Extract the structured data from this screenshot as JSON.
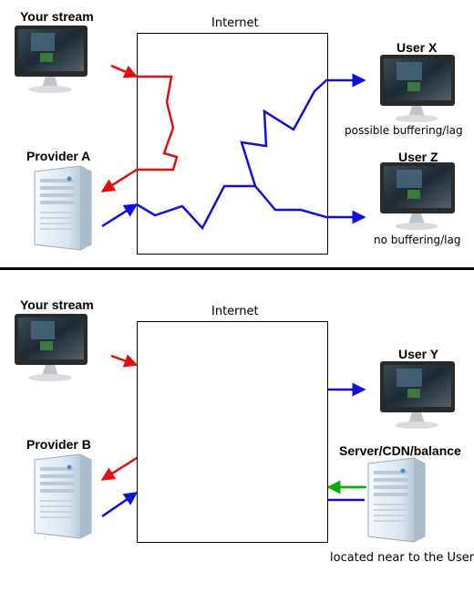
{
  "top": {
    "source_label": "Your stream",
    "provider_label": "Provider A",
    "internet_label": "Internet",
    "user_x_label": "User X",
    "user_x_note": "possible buffering/lag",
    "user_z_label": "User Z",
    "user_z_note": "no buffering/lag"
  },
  "bottom": {
    "source_label": "Your stream",
    "provider_label": "Provider B",
    "internet_label": "Internet",
    "user_y_label": "User Y",
    "server_label": "Server/CDN/balance",
    "server_note": "located near to the User"
  },
  "colors": {
    "upload_path": "#e01010",
    "delivery_path": "#1010dd",
    "local_path": "#10aa10",
    "monitor_frame": "#2a2a2a",
    "server_body": "#dce8f2"
  },
  "icons": {
    "monitor": "monitor-icon",
    "server": "server-icon"
  }
}
